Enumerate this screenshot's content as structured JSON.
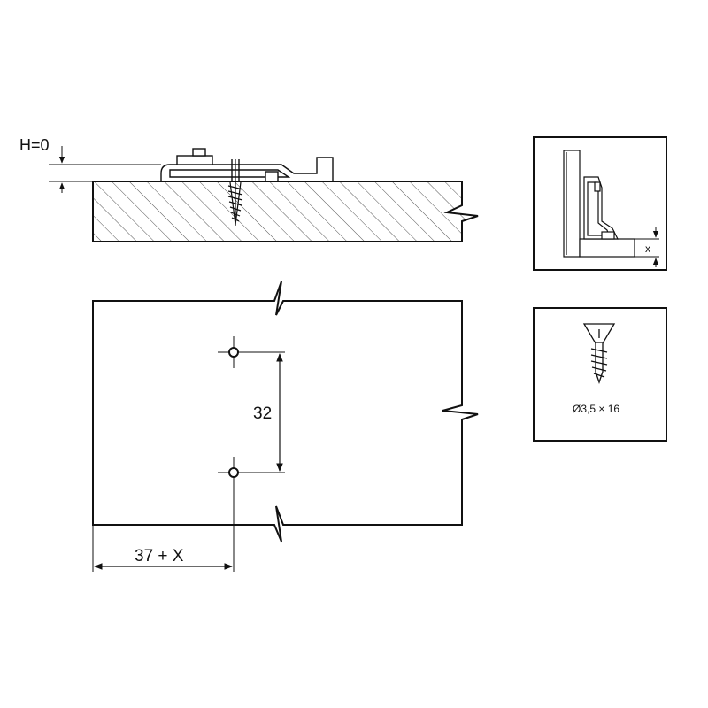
{
  "labels": {
    "height": "H=0",
    "spacing": "32",
    "offset": "37 + X",
    "detail_x": "x",
    "screw_spec": "Ø3,5 × 16"
  },
  "colors": {
    "line": "#111111",
    "background": "#ffffff",
    "hatch": "#444444"
  }
}
